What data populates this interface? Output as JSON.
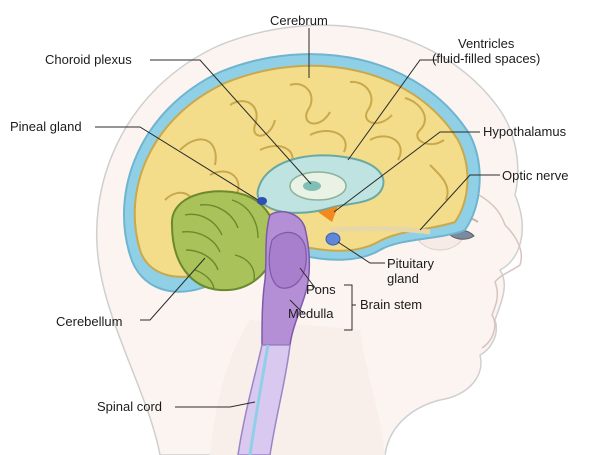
{
  "labels": {
    "cerebrum": "Cerebrum",
    "choroid_plexus": "Choroid plexus",
    "ventricles_line1": "Ventricles",
    "ventricles_line2": "(fluid-filled spaces)",
    "pineal_gland": "Pineal gland",
    "hypothalamus": "Hypothalamus",
    "optic_nerve": "Optic nerve",
    "pituitary_line1": "Pituitary",
    "pituitary_line2": "gland",
    "pons": "Pons",
    "brain_stem": "Brain stem",
    "medulla": "Medulla",
    "cerebellum": "Cerebellum",
    "spinal_cord": "Spinal cord"
  },
  "colors": {
    "cerebrum": "#f3dc8a",
    "cerebellum": "#a9c25a",
    "ventricles": "#bfe3e0",
    "csf_layer": "#8fd0e6",
    "brain_stem": "#b48fd6",
    "spinal_cord": "#d9c8f0",
    "hypothalamus": "#f08a1e",
    "pituitary": "#5f86d8",
    "pineal": "#2f4fb5",
    "skin_outline": "#c9c9c9"
  }
}
